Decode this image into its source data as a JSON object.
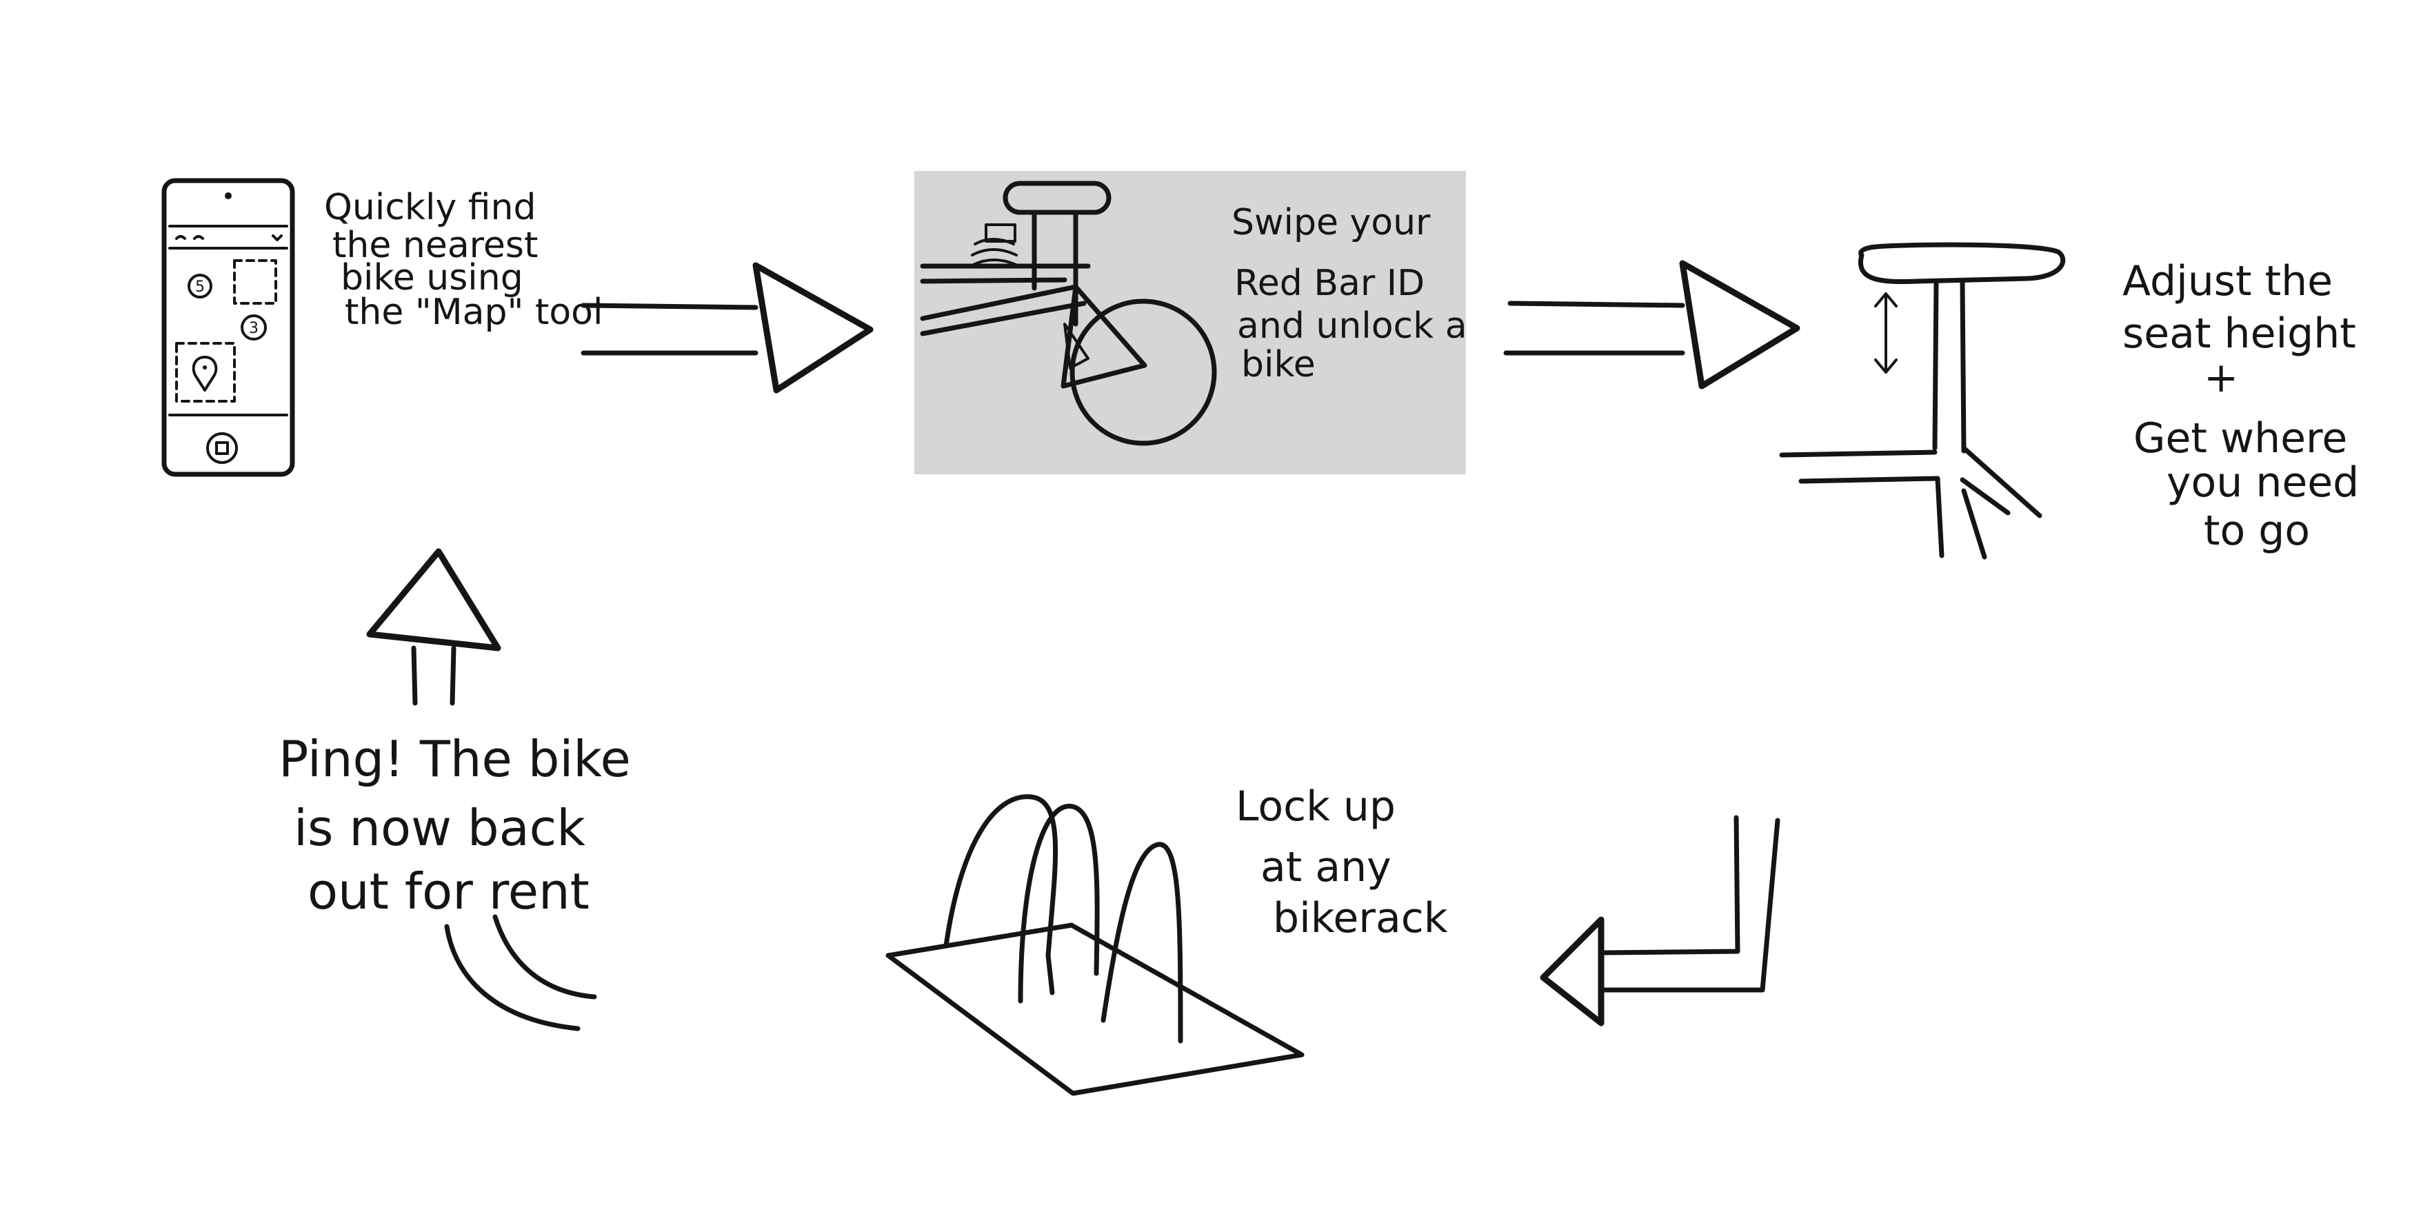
{
  "steps": [
    {
      "id": "find-bike",
      "lines": [
        "Quickly find",
        "the nearest",
        "bike using",
        "the \"Map\" tool"
      ]
    },
    {
      "id": "unlock",
      "lines": [
        "Swipe your",
        "Red Bar ID",
        "and unlock a",
        "bike"
      ]
    },
    {
      "id": "adjust",
      "lines": [
        "Adjust the",
        "seat height",
        "+",
        "Get where",
        "you need",
        "to go"
      ]
    },
    {
      "id": "lock",
      "lines": [
        "Lock up",
        "at any",
        "bikerack"
      ]
    },
    {
      "id": "ping",
      "lines": [
        "Ping! The bike",
        "is now back",
        "out for rent"
      ]
    }
  ],
  "phone": {
    "map_markers": [
      "5",
      "3"
    ]
  },
  "colors": {
    "ink": "#151515",
    "photo_panel": "#d6d6d6",
    "background": "#ffffff"
  }
}
